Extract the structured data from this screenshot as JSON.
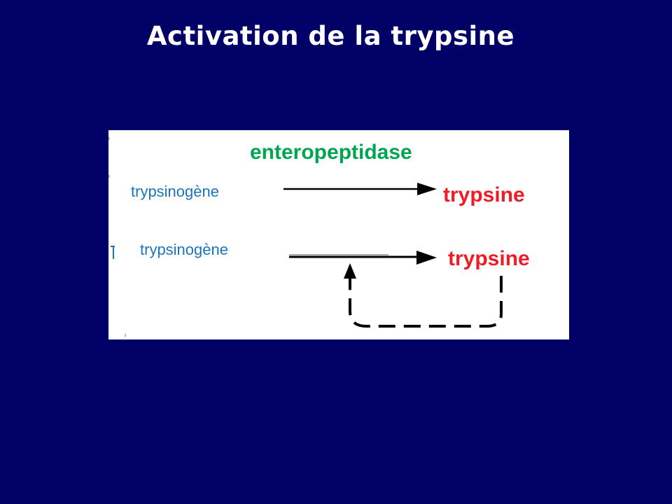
{
  "slide": {
    "title": "Activation de la trypsine",
    "background_color": "#000066",
    "title_color": "#ffffff"
  },
  "diagram": {
    "enzyme_label": "enteropeptidase",
    "reactions": [
      {
        "substrate": "trypsinogène",
        "product": "trypsine"
      },
      {
        "substrate": "trypsinogène",
        "product": "trypsine"
      }
    ],
    "feedback": "dashed-loop-from-product-to-arrow",
    "colors": {
      "enzyme": "#00a550",
      "substrate": "#1b75bc",
      "product": "#ee1c25",
      "arrow": "#000000",
      "panel": "#ffffff"
    }
  }
}
